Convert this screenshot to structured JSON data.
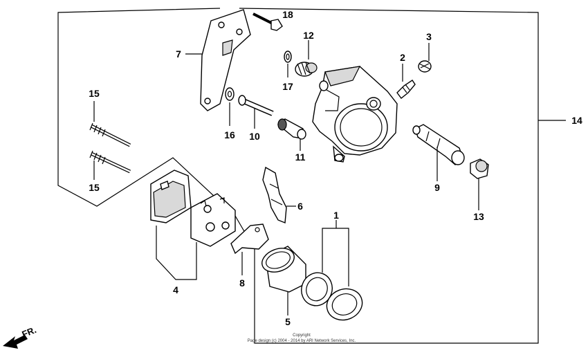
{
  "diagram": {
    "callouts": {
      "c1": "1",
      "c2": "2",
      "c3": "3",
      "c4": "4",
      "c5": "5",
      "c6": "6",
      "c7": "7",
      "c8": "8",
      "c9": "9",
      "c10": "10",
      "c11": "11",
      "c12": "12",
      "c13": "13",
      "c14": "14",
      "c15a": "15",
      "c15b": "15",
      "c16": "16",
      "c17": "17",
      "c18": "18"
    },
    "direction_label": "FR.",
    "copyright_line1": "Copyright",
    "copyright_line2": "Page design (c) 2004 - 2014 by ARI Network Services, Inc."
  }
}
